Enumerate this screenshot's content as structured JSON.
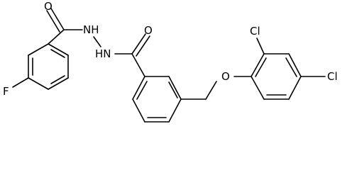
{
  "molecule": {
    "atoms": {
      "o1": "O",
      "nh1": "NH",
      "hn2": "HN",
      "o2": "O",
      "f": "F",
      "cl1": "Cl",
      "cl2": "Cl",
      "o3": "O"
    }
  }
}
